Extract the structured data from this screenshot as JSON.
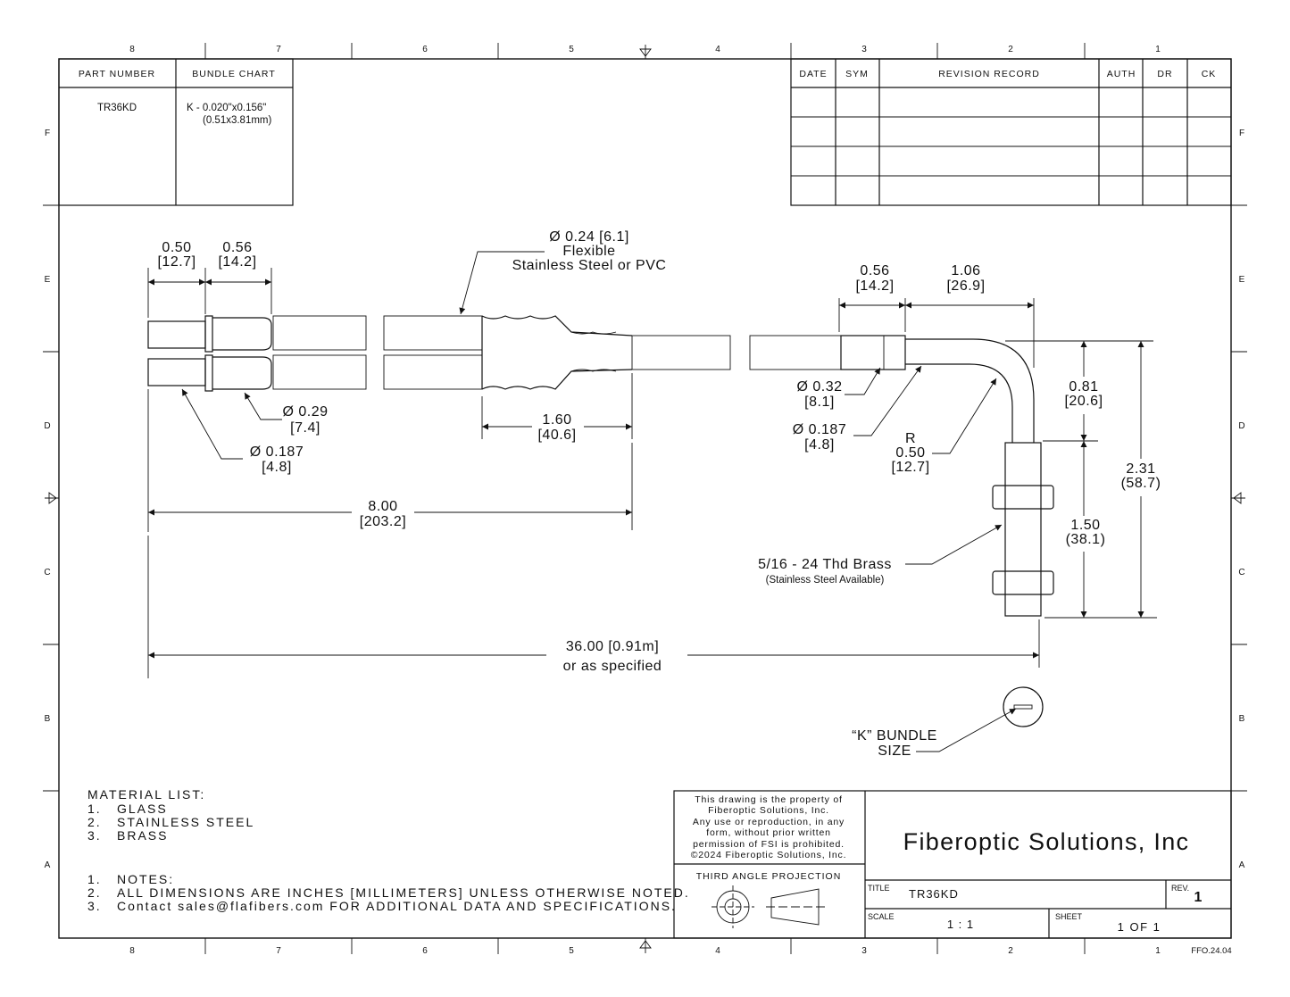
{
  "zones": {
    "cols": [
      "8",
      "7",
      "6",
      "5",
      "4",
      "3",
      "2",
      "1"
    ],
    "rows": [
      "F",
      "E",
      "D",
      "C",
      "B",
      "A"
    ]
  },
  "part_table": {
    "headers": [
      "PART NUMBER",
      "BUNDLE CHART"
    ],
    "part_number": "TR36KD",
    "bundle_line1": "K - 0.020\"x0.156\"",
    "bundle_line2": "(0.51x3.81mm)"
  },
  "revision_table": {
    "headers": [
      "DATE",
      "SYM",
      "REVISION RECORD",
      "AUTH",
      "DR",
      "CK"
    ]
  },
  "dimensions": {
    "d050": {
      "in": "0.50",
      "mm": "[12.7]"
    },
    "d056": {
      "in": "0.56",
      "mm": "[14.2]"
    },
    "hose": {
      "l1": "Ø 0.24 [6.1]",
      "l2": "Flexible",
      "l3": "Stainless Steel or PVC"
    },
    "d029": {
      "in": "Ø 0.29",
      "mm": "[7.4]"
    },
    "d0187l": {
      "in": "Ø 0.187",
      "mm": "[4.8]"
    },
    "d160": {
      "in": "1.60",
      "mm": "[40.6]"
    },
    "d800": {
      "in": "8.00",
      "mm": "[203.2]"
    },
    "d056r": {
      "in": "0.56",
      "mm": "[14.2]"
    },
    "d106": {
      "in": "1.06",
      "mm": "[26.9]"
    },
    "d032": {
      "in": "Ø 0.32",
      "mm": "[8.1]"
    },
    "d0187r": {
      "in": "Ø 0.187",
      "mm": "[4.8]"
    },
    "radius": {
      "r": "R",
      "in": "0.50",
      "mm": "[12.7]"
    },
    "d081": {
      "in": "0.81",
      "mm": "[20.6]"
    },
    "d231": {
      "in": "2.31",
      "mm": "(58.7)"
    },
    "d150": {
      "in": "1.50",
      "mm": "(38.1)"
    },
    "thread": {
      "l1": "5/16 - 24 Thd Brass",
      "l2": "(Stainless Steel Available)"
    },
    "length": {
      "l1": "36.00 [0.91m]",
      "l2": "or as specified"
    },
    "bundle": {
      "l1": "“K” BUNDLE",
      "l2": "SIZE"
    }
  },
  "materials": {
    "title": "MATERIAL LIST:",
    "items": [
      {
        "n": "1.",
        "t": "GLASS"
      },
      {
        "n": "2.",
        "t": "STAINLESS STEEL"
      },
      {
        "n": "3.",
        "t": "BRASS"
      }
    ]
  },
  "notes": {
    "items": [
      {
        "n": "1.",
        "t": "NOTES:"
      },
      {
        "n": "2.",
        "t": "ALL DIMENSIONS ARE INCHES [MILLIMETERS] UNLESS OTHERWISE NOTED."
      },
      {
        "n": "3.",
        "t": "Contact sales@flafibers.com FOR ADDITIONAL DATA AND SPECIFICATIONS."
      }
    ]
  },
  "title_block": {
    "property_lines": [
      "This drawing is the property of",
      "Fiberoptic Solutions, Inc.",
      "Any use or reproduction, in any",
      "form, without prior written",
      "permission of FSI is prohibited.",
      "©2024 Fiberoptic Solutions, Inc."
    ],
    "projection": "THIRD ANGLE PROJECTION",
    "company": "Fiberoptic Solutions, Inc",
    "title_label": "TITLE",
    "title_value": "TR36KD",
    "rev_label": "REV.",
    "rev_value": "1",
    "scale_label": "SCALE",
    "scale_value": "1 : 1",
    "sheet_label": "SHEET",
    "sheet_value": "1  OF 1",
    "doc_code": "FFO.24.04"
  }
}
